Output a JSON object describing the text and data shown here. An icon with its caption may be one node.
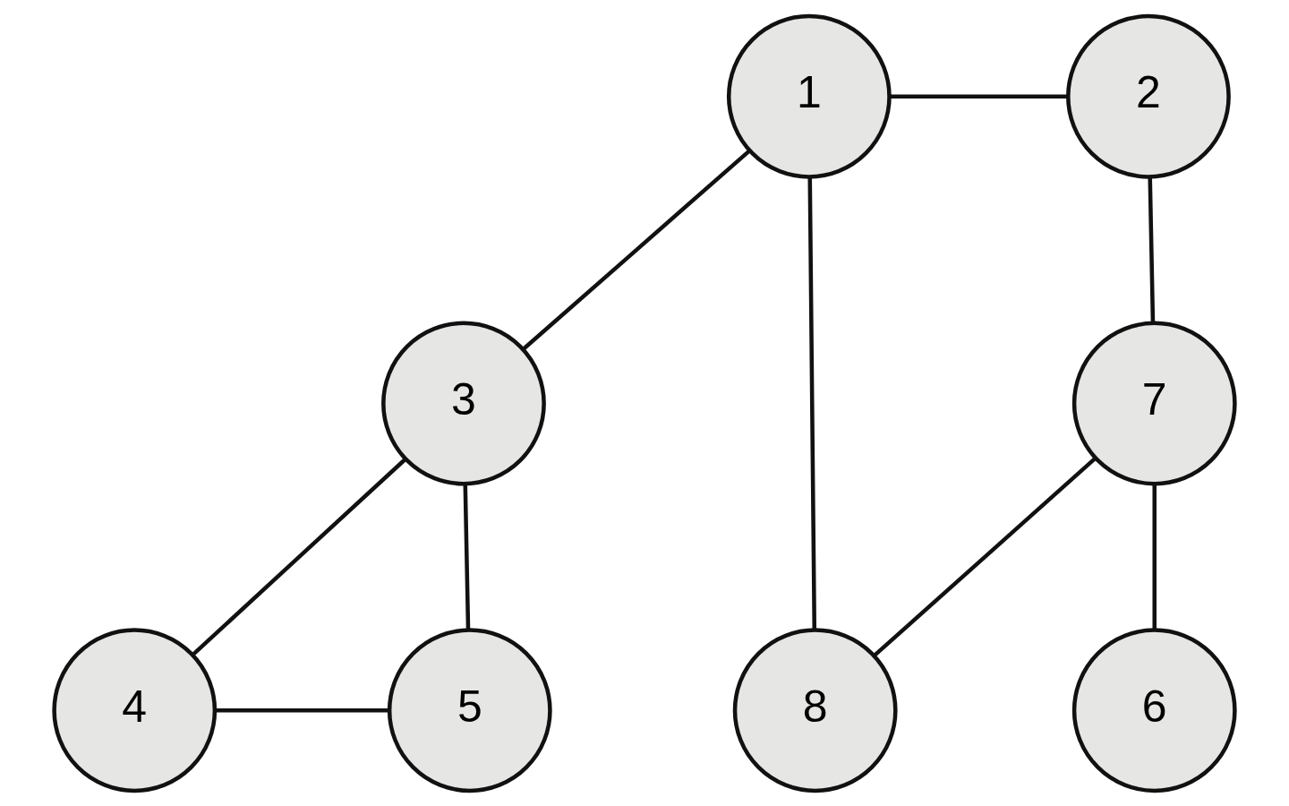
{
  "diagram": {
    "nodes": [
      {
        "text": [
          "1"
        ]
      },
      {
        "text": [
          "2"
        ]
      },
      {
        "text": [
          "3"
        ]
      },
      {
        "text": [
          "7"
        ]
      },
      {
        "text": [
          "4"
        ]
      },
      {
        "text": [
          "5"
        ]
      },
      {
        "text": [
          "8"
        ]
      },
      {
        "text": [
          "6"
        ]
      }
    ],
    "edges": [
      {
        "from": 0,
        "to": 1,
        "arrow": "none"
      },
      {
        "from": 0,
        "to": 2,
        "arrow": "none"
      },
      {
        "from": 0,
        "to": 6,
        "arrow": "none"
      },
      {
        "from": 1,
        "to": 3,
        "arrow": "none"
      },
      {
        "from": 2,
        "to": 4,
        "arrow": "none"
      },
      {
        "from": 2,
        "to": 5,
        "arrow": "none"
      },
      {
        "from": 4,
        "to": 5,
        "arrow": "none"
      },
      {
        "from": 3,
        "to": 6,
        "arrow": "none"
      },
      {
        "from": 3,
        "to": 7,
        "arrow": "none"
      }
    ]
  }
}
